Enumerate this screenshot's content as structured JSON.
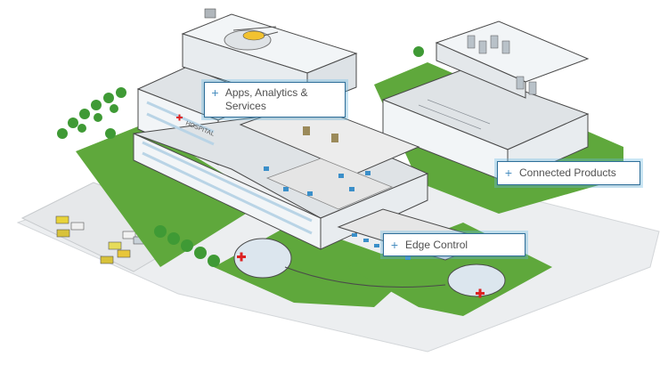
{
  "callouts": {
    "apps": {
      "icon": "+",
      "label": "Apps, Analytics & Services"
    },
    "products": {
      "icon": "+",
      "label": "Connected Products"
    },
    "edge": {
      "icon": "+",
      "label": "Edge Control"
    }
  },
  "scene": {
    "building_sign": "HOSPITAL",
    "colors": {
      "lawn": "#5fa83c",
      "building_wall": "#f2f5f7",
      "roof": "#dfe3e6",
      "outline": "#4a4a4a",
      "window": "#b9d4e6",
      "tree": "#3f9a35",
      "accent": "#2f6f9a"
    }
  }
}
